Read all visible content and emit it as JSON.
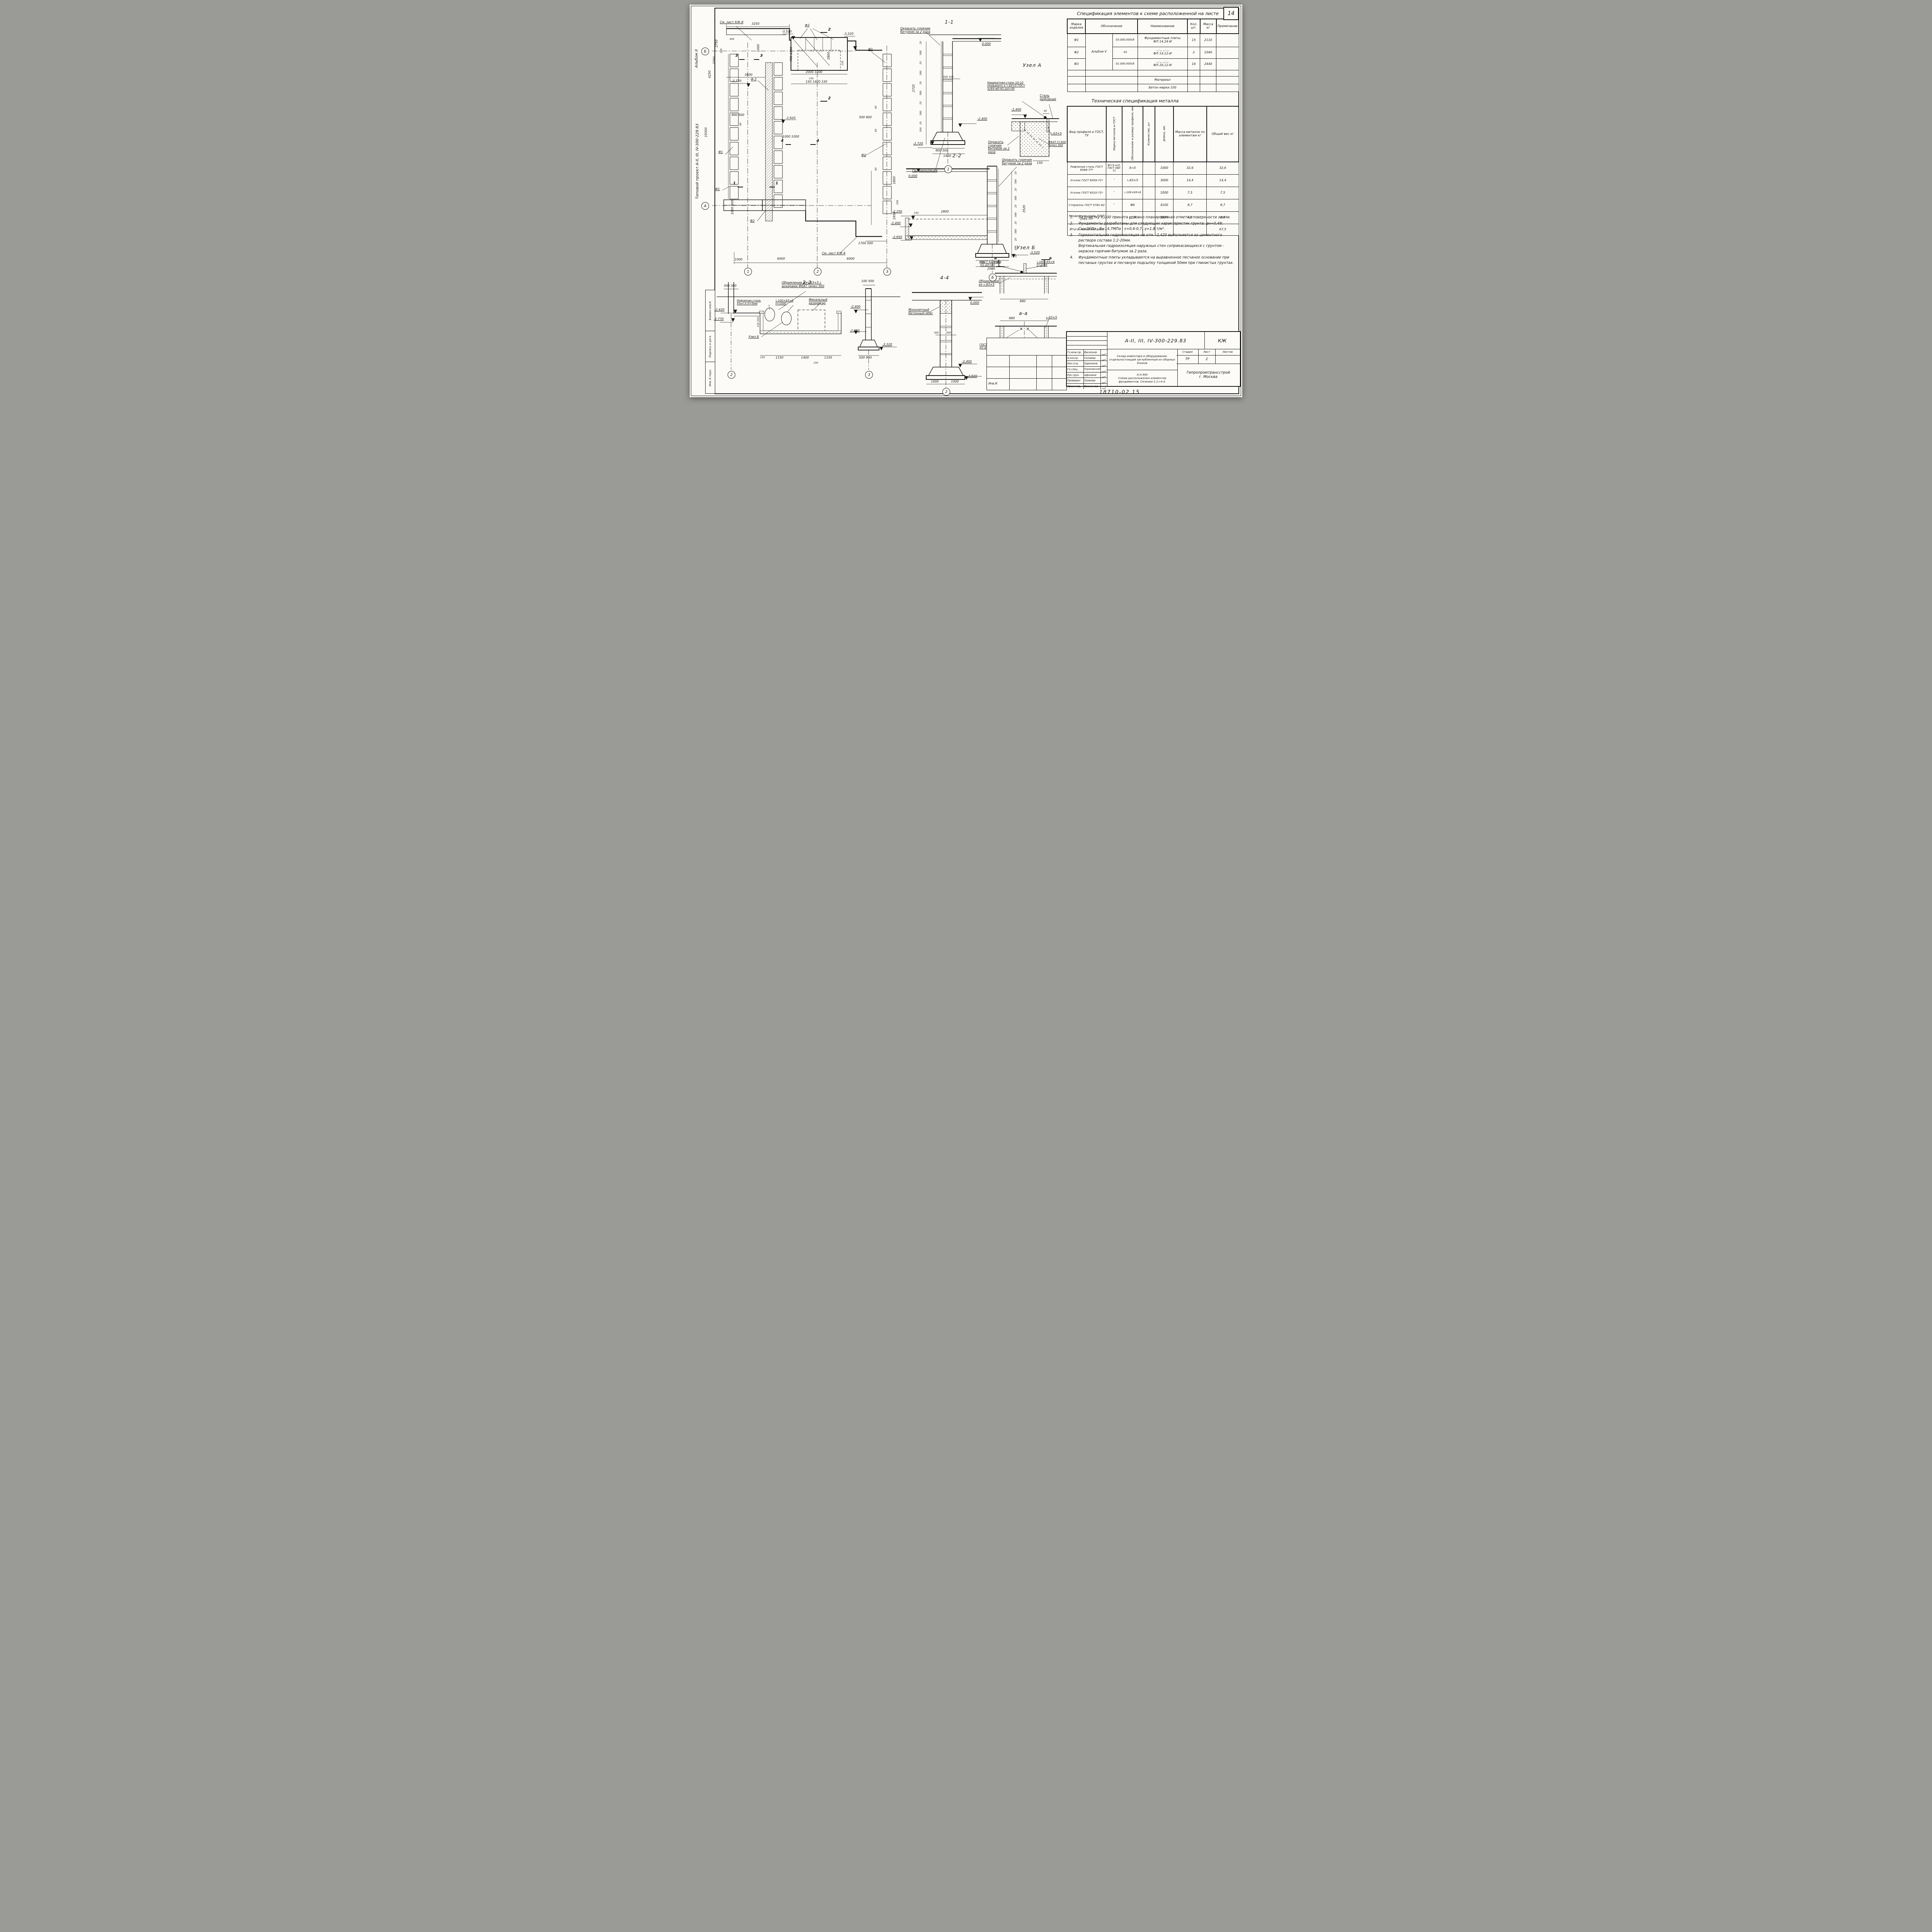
{
  "sheet": {
    "page_number": "14",
    "footer_number": "18710-02  15"
  },
  "margin": {
    "project": "Типовой проект А-II, III, IV-300-229.83",
    "album": "Альбом II",
    "stamps": [
      "Взамен инв.N",
      "Подпись и дата",
      "Инв. N подл."
    ]
  },
  "spec_table": {
    "title": "Спецификация элементов к схеме расположенной на листе",
    "headers": {
      "mark": "Марка изделия",
      "code": "Обозначение",
      "name": "Наименование",
      "qty": "Кол. шт.",
      "mass": "Масса кг",
      "note": "Примечание"
    },
    "album": "Альбом V",
    "rows": [
      {
        "mark": "Ф1",
        "code": "03.000.000сб",
        "name_top": "Фундаментные плиты",
        "name": "ФЛ 14.24-И",
        "qty": "15",
        "mass": "2110"
      },
      {
        "mark": "Ф2",
        "code": "-01",
        "name_top": "—″—        —″—",
        "name": "ФЛ 14,12-И",
        "qty": "2",
        "mass": "1040"
      },
      {
        "mark": "Ф3",
        "code": "01.000.000сб",
        "name_top": "—″—        —″—",
        "name": "ФЛ 20,12-И",
        "qty": "16",
        "mass": "2440"
      }
    ],
    "material_label": "Материал",
    "material_value": "Бетон марки 100"
  },
  "metal_table": {
    "title": "Техническая спецификация металла",
    "headers": {
      "profile": "Вид профиля и ГОСТ, ТУ",
      "grade": "Марка металла и ГОСТ",
      "size": "Обозначение и размер профиля, мм",
      "qty": "Количество, шт",
      "len": "Длина, мм",
      "unit_mass": "Масса металла по элементам кг",
      "total_mass": "Общий вес кг"
    },
    "rows": [
      {
        "profile": "Рифленая сталь ГОСТ 8568-77*",
        "grade": "ВСт3 кп2, ГОСТ 380-71",
        "size": "δ=5",
        "qty": "",
        "len": "1000",
        "unit_mass": "32,6",
        "total_mass": "32,6"
      },
      {
        "profile": "Уголок ГОСТ 8509-72*",
        "grade": "″",
        "size": "∟63×5",
        "qty": "",
        "len": "3000",
        "unit_mass": "14,4",
        "total_mass": "14,4"
      },
      {
        "profile": "Уголок ГОСТ 8510-72*",
        "grade": "″",
        "size": "∟100×63×6",
        "qty": "",
        "len": "1000",
        "unit_mass": "7,5",
        "total_mass": "7,5"
      },
      {
        "profile": "Стержень ГОСТ 5781-82",
        "grade": "″",
        "size": "Ф6",
        "qty": "",
        "len": "4100",
        "unit_mass": "8,7",
        "total_mass": "8,7"
      },
      {
        "profile": "Квадратная сталь ГОСТ 2591-71*",
        "grade": "″",
        "size": "□10",
        "qty": "",
        "len": "5500",
        "unit_mass": "4,3",
        "total_mass": "4,3"
      },
      {
        "profile": "Итого: масса металла",
        "grade": "",
        "size": "",
        "qty": "",
        "len": "",
        "unit_mass": "",
        "total_mass": "67,5"
      }
    ]
  },
  "notes": {
    "items": [
      {
        "num": "1.",
        "text": "За отметку 0,000 принята условно планировочная отметка поверхности земли.",
        "text2": ""
      },
      {
        "num": "2.",
        "text": "Фундаменты разработаны для следующих характеристик грунта: φн=0,49; Сн=2КПа ; Е=14,7МПа ; ε=0,6-0,7; γ=1,8 т/м³.",
        "text2": ""
      },
      {
        "num": "3.",
        "text": "Горизонтальная гидроизоляция на отм. -2,420 выполняется из цементного раствора состава 1:2-20мм.",
        "text2": "Вертикальная гидроизоляция наружных стен соприкасающихся с грунтом - окраска горячим битумом за 2 раза."
      },
      {
        "num": "4.",
        "text": "Фундаментные плиты укладываются на выравненное песчаное основание при песчаных грунтах и песчаную подсыпку толщиной 50мм при глинистых грунтах.",
        "text2": ""
      }
    ]
  },
  "title_block": {
    "doc": "А-II, III, IV-300-229.83",
    "code": "КЖ",
    "object": "Склад инвентаря и оборудования, отдельностоящий заглубленный из сборных блоков",
    "title1": "А-II-300",
    "title2": "Схема расположения элементов фундаментов. Сечения 1-1÷4-4.",
    "h_stage": "Стадия",
    "h_sheet": "Лист",
    "h_sheets": "Листов",
    "stage": "ТР",
    "sheet_no": "2",
    "sheets_total": "",
    "org1": "Гипропромтрансстрой",
    "org2": "г. Москва",
    "inv_label": "Инв.N",
    "roles": [
      {
        "r": "Гл.инж.пр.",
        "n": "Васильев"
      },
      {
        "r": "Н.контр.",
        "n": "Силаева"
      },
      {
        "r": "Нач.отд.",
        "n": "Одиноков"
      },
      {
        "r": "Гл.спец.",
        "n": "Кореневский"
      },
      {
        "r": "Рук.груп.",
        "n": "Афонина"
      },
      {
        "r": "Проверил",
        "n": "Громова"
      },
      {
        "r": "Проектир.",
        "n": "Васильева"
      }
    ]
  },
  "plan": {
    "ref_top": "См. лист КЖ-8",
    "ref_bottom": "См. лист КЖ-9",
    "ax_b": "Б",
    "ax_a": "А",
    "ax_1": "1",
    "ax_2": "2",
    "ax_3": "3",
    "d3250": "3250",
    "d400": "400",
    "f3": "Ф3",
    "m3520": "-3,520",
    "m3320": "-3,320",
    "d2750a": "2750",
    "d200a": "200",
    "d1000a": "1000",
    "d700_1300": "700 1300",
    "d2000_1000": "2000  1000",
    "d150a": "150",
    "d2800": "2800",
    "d130": "130",
    "d150_1400_150": "150  1400  150",
    "d2750b": "2750",
    "d4250": "4250",
    "d19300": "19300",
    "d3600": "3600",
    "fm3": "Ф-3",
    "m2720": "-2,720",
    "m2920": "-2,920",
    "f1a": "Ф1",
    "f1b": "Ф1",
    "f1c": "Ф1",
    "f2a": "Ф2",
    "f2b": "Ф2",
    "d900_500": "900 500",
    "d40": "40",
    "d500_900": "500 900",
    "d60a": "60",
    "d60b": "60",
    "d60c": "60",
    "d1000_1000": "1000  1000",
    "d1850": "1850",
    "d200b": "200",
    "d1950": "1950",
    "d1700_500": "1700  500",
    "d1000_400": "1000 400",
    "d1000b": "1000",
    "d6000a": "6000",
    "d6000b": "6000",
    "s1a": "1",
    "s1b": "1",
    "s2a": "2",
    "s2b": "2",
    "s3a": "3",
    "s3b": "3",
    "s4a": "4",
    "s4b": "4"
  },
  "sec11": {
    "title": "1-1",
    "paint": "Окрасить горячим битумом за 2 раза",
    "lvl0": "0,000",
    "chain": [
      "20",
      "580",
      "20",
      "580",
      "20",
      "580",
      "20",
      "580",
      "20",
      "300"
    ],
    "d2720": "2720",
    "d500_100": "500   100",
    "m2400": "-2,400",
    "m2720": "-2,720",
    "hydro": "Гидроизоляция",
    "d900_500": "900      500",
    "d1400": "1400",
    "ax": "1"
  },
  "uzel_a": {
    "title": "Узел А",
    "note_sq": "Квадратная сталь 10-10 приварить к ∟63×5 ГОСТ 5264-80-Н1-Δ4×50",
    "steel": "Сталь рифленая",
    "m2400": "-2,400",
    "d40": "40",
    "angle": "∟63×5",
    "anchor": "Ф6АТ ℓ=500 через 300",
    "paint": "Окрасить горячим битумом за 2 раза",
    "d150": "150"
  },
  "sec22": {
    "title": "2-2",
    "paint": "Окрасить горячим битумом за 2 раза",
    "lvl0": "0,000",
    "m2250": "-2,250",
    "d150": "150",
    "d2800": "2800",
    "m2400": "-2,400",
    "m2950": "-2,950",
    "m3520": "-3,520",
    "chain": [
      "20",
      "580",
      "20",
      "580",
      "20",
      "580",
      "20",
      "580",
      "20",
      "580",
      "20"
    ],
    "d3520": "3520",
    "d700": "700",
    "d1300": "1300",
    "d2000": "2000",
    "ax": "Б"
  },
  "sec33": {
    "title": "3-3",
    "d300_300": "300 300",
    "frame_note": "Обрамление из ∟63×5 с анкерами Ф6АТ через 500",
    "d100_500": "100 500",
    "rifl": "Рифленая сталь Узел А δ=5мм",
    "angle": "∟100×63×6 ℓ=1000",
    "fecal": "Фекальный резервуар",
    "m2400": "-2,400",
    "m2420": "-2,420",
    "m2770": "-2,770",
    "d150_550": "150 550",
    "uzel_b": "Узел Б",
    "m2950": "-2,950",
    "m3320": "-3,320",
    "d150a": "150",
    "d1150a": "1150",
    "d1400": "1400",
    "d1150b": "1150",
    "d150b": "150",
    "d500_900": "500  900",
    "ax2": "2",
    "ax3": "3"
  },
  "sec44": {
    "title": "4-4",
    "mono": "Монолитный бетонный пояс",
    "lvl0": "0,000",
    "d300a": "300",
    "d300b": "300",
    "m2400": "-2,400",
    "m2920": "-2,920",
    "d1000a": "1000",
    "d1000b": "1000",
    "ax": "2"
  },
  "uzel_b": {
    "title": "Узел Б",
    "a1": "а",
    "a2": "а",
    "gost1": "ГОСТ 5264-80 Н1-Δ5×60",
    "angle1": "∟100×63×6 ℓ=1000",
    "frame": "Обрамление из ∟63×5",
    "d880a": "880",
    "aa_title": "а-а",
    "d880b": "880",
    "angle_small": "∟63×5",
    "gost2": "ГОСТ 5264-80 Н1-Δ5×60",
    "angle2": "∟100×63×6 ℓ=1000"
  }
}
